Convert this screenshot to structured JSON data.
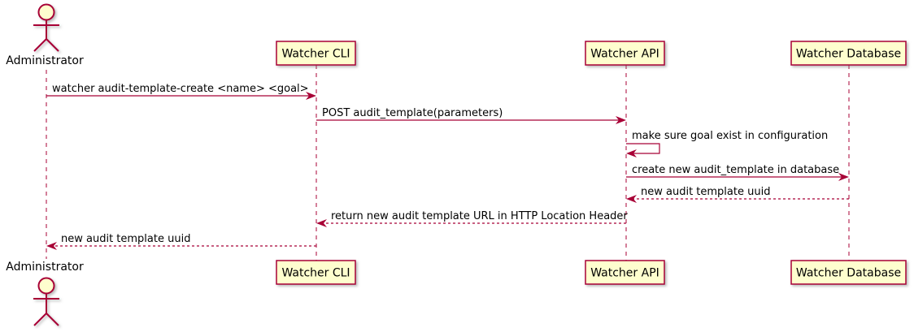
{
  "diagram": {
    "kind": "uml-sequence-diagram",
    "colors": {
      "participant_fill": "#FEFECE",
      "stroke": "#A80036",
      "text": "#000000",
      "background": "#FFFFFF"
    },
    "participants": [
      {
        "name": "administrator",
        "type": "actor",
        "label": "Administrator"
      },
      {
        "name": "watcher-cli",
        "type": "participant",
        "label": "Watcher CLI"
      },
      {
        "name": "watcher-api",
        "type": "participant",
        "label": "Watcher API"
      },
      {
        "name": "watcher-database",
        "type": "participant",
        "label": "Watcher Database"
      }
    ],
    "messages": [
      {
        "from": "Administrator",
        "to": "Watcher CLI",
        "style": "solid",
        "label": "watcher audit-template-create <name> <goal>"
      },
      {
        "from": "Watcher CLI",
        "to": "Watcher API",
        "style": "solid",
        "label": "POST audit_template(parameters)"
      },
      {
        "from": "Watcher API",
        "to": "Watcher API",
        "style": "self",
        "label": "make sure goal exist in configuration"
      },
      {
        "from": "Watcher API",
        "to": "Watcher Database",
        "style": "solid",
        "label": "create new audit_template in database"
      },
      {
        "from": "Watcher Database",
        "to": "Watcher API",
        "style": "dashed",
        "label": "new audit template uuid"
      },
      {
        "from": "Watcher API",
        "to": "Watcher CLI",
        "style": "dashed",
        "label": "return new audit template URL in HTTP Location Header"
      },
      {
        "from": "Watcher CLI",
        "to": "Administrator",
        "style": "dashed",
        "label": "new audit template uuid"
      }
    ]
  }
}
